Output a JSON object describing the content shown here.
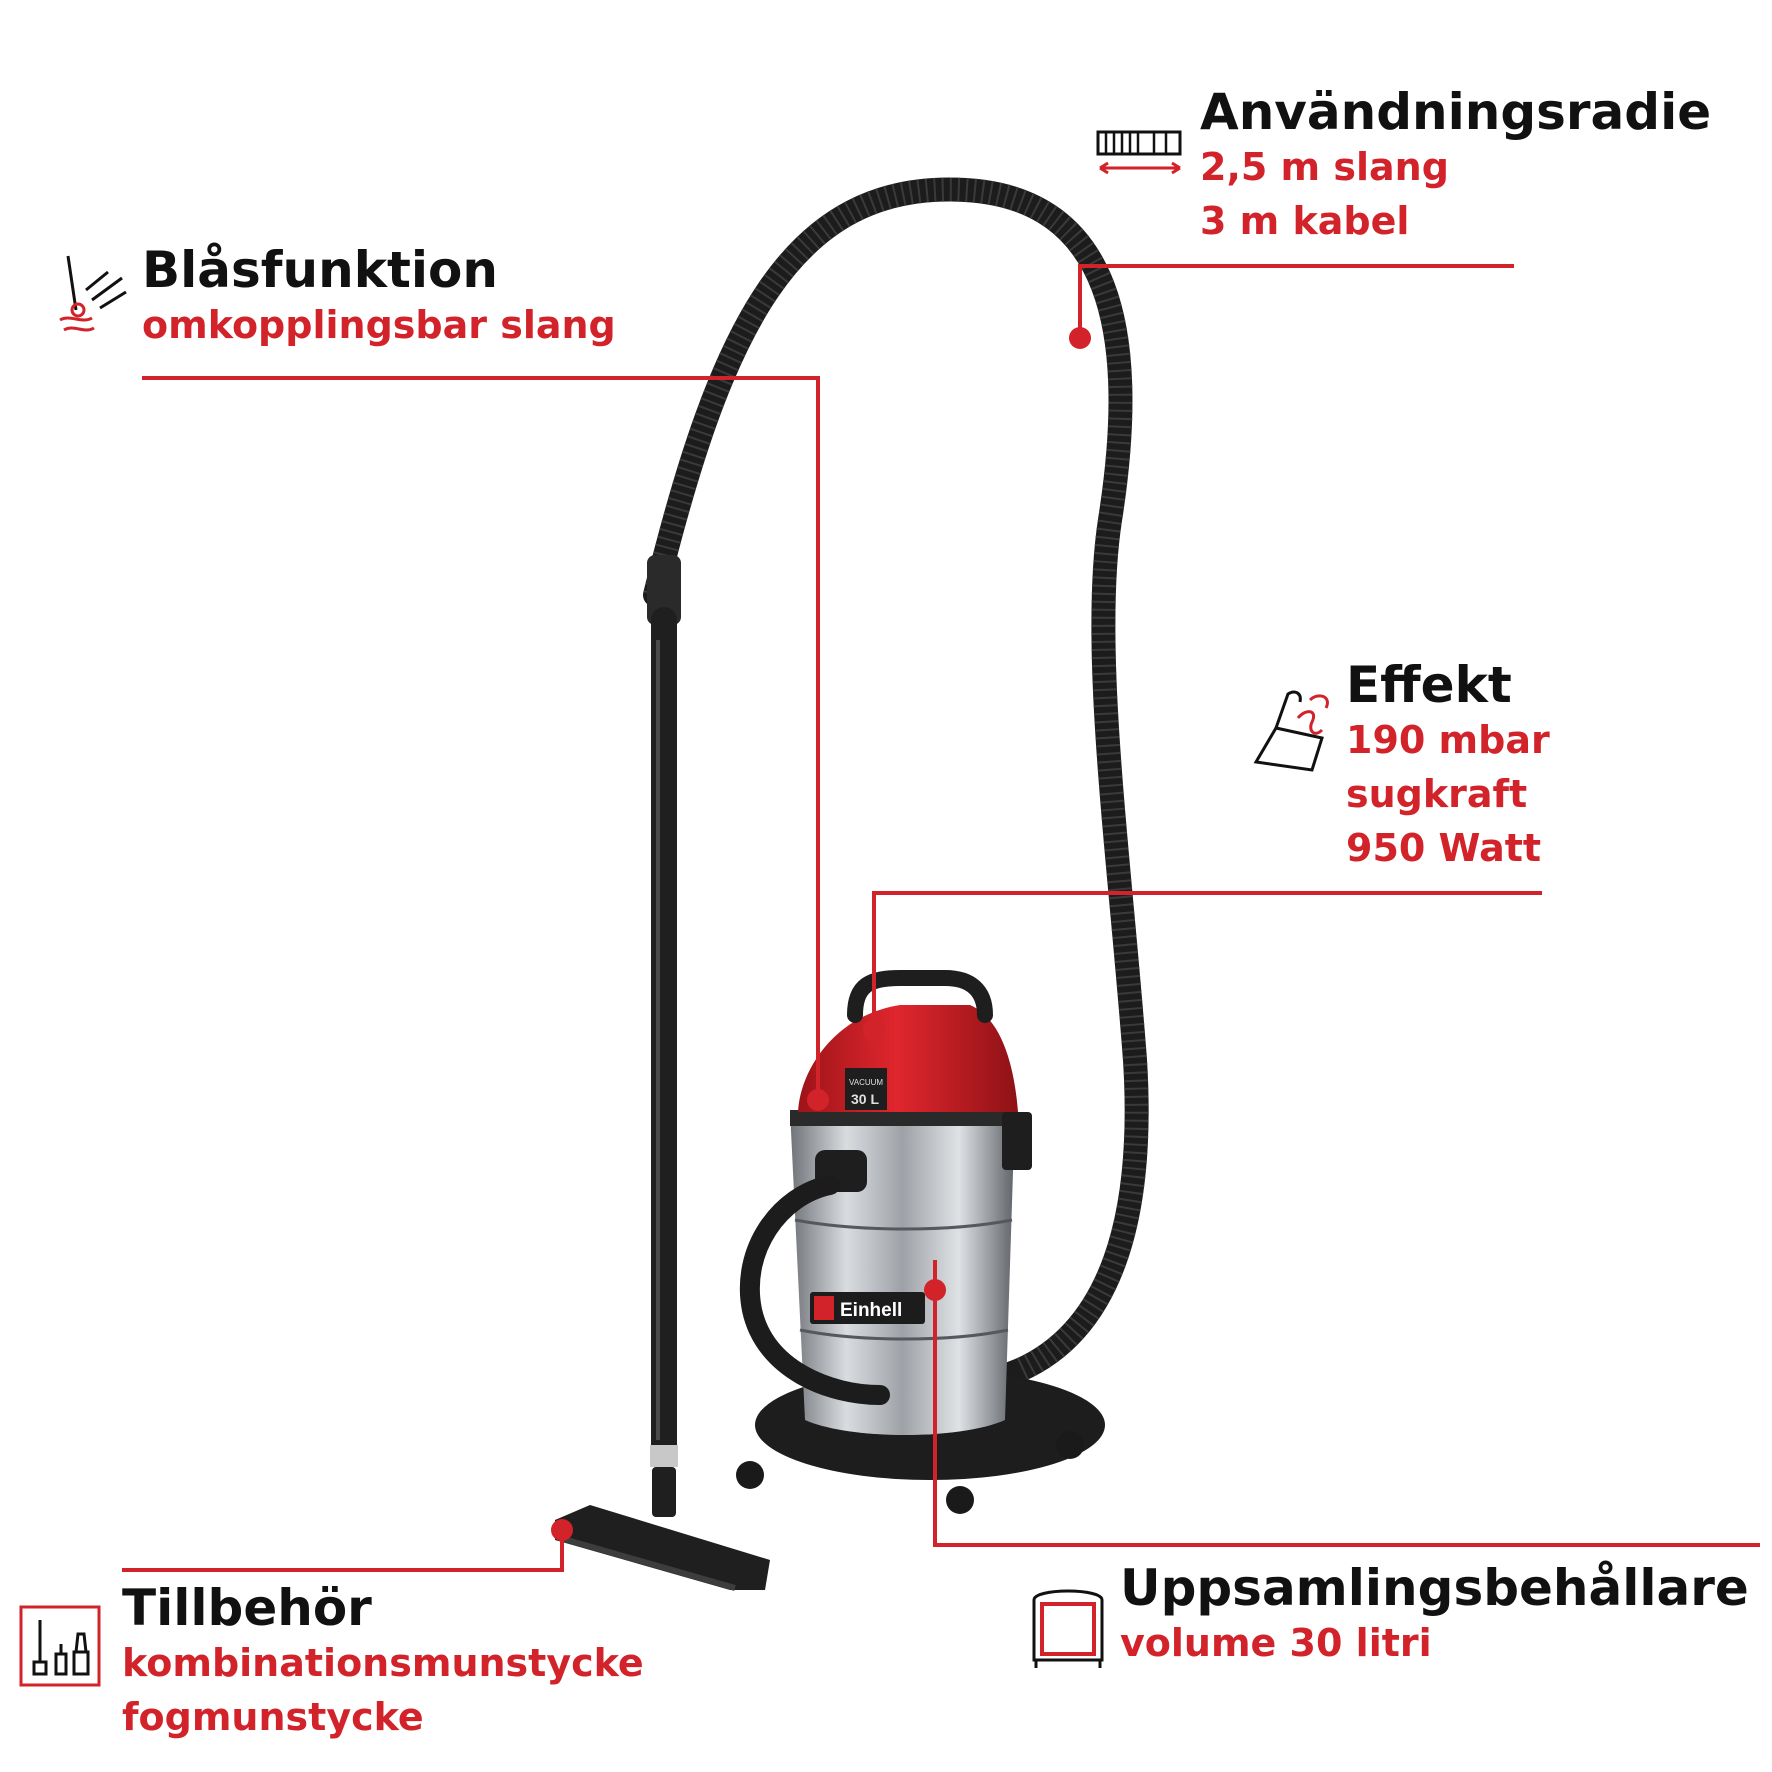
{
  "colors": {
    "accent": "#d2232a",
    "text": "#111111",
    "hose": "#1c1c1c",
    "steel": "#a9adb1",
    "red_lid": "#d2232a"
  },
  "features": {
    "radius": {
      "title": "Användningsradie",
      "lines": [
        "2,5 m slang",
        "3 m kabel"
      ],
      "icon": "ruler-icon"
    },
    "blow": {
      "title": "Blåsfunktion",
      "lines": [
        "omkopplingsbar slang"
      ],
      "icon": "blow-air-icon"
    },
    "power": {
      "title": "Effekt",
      "lines": [
        "190 mbar",
        "sugkraft",
        "950 Watt"
      ],
      "icon": "suction-power-icon"
    },
    "accessories": {
      "title": "Tillbehör",
      "lines": [
        "kombinationsmunstycke",
        "fogmunstycke"
      ],
      "icon": "accessories-icon"
    },
    "container": {
      "title": "Uppsamlingsbehållare",
      "lines": [
        "volume 30 litri"
      ],
      "icon": "container-icon"
    }
  },
  "product": {
    "brand": "Einhell",
    "lid_badge": [
      "VACUUM",
      "30 L"
    ]
  }
}
